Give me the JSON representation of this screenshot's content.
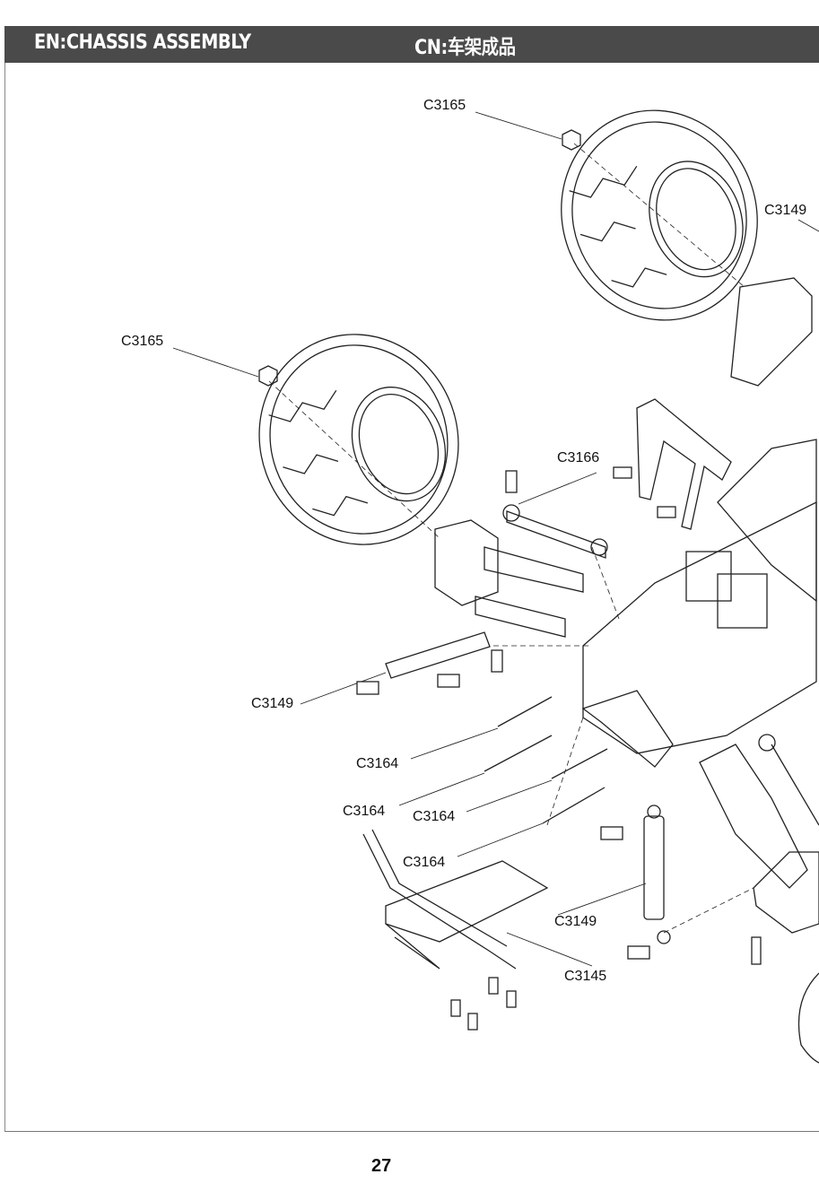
{
  "header": {
    "title_en": "EN:CHASSIS ASSEMBLY",
    "title_cn": "CN:车架成品"
  },
  "callouts": [
    "C3165",
    "C3149",
    "C3165",
    "C3166",
    "C3149",
    "C3164",
    "C3164",
    "C3164",
    "C3164",
    "C3149",
    "C3145"
  ],
  "page_number": "27"
}
